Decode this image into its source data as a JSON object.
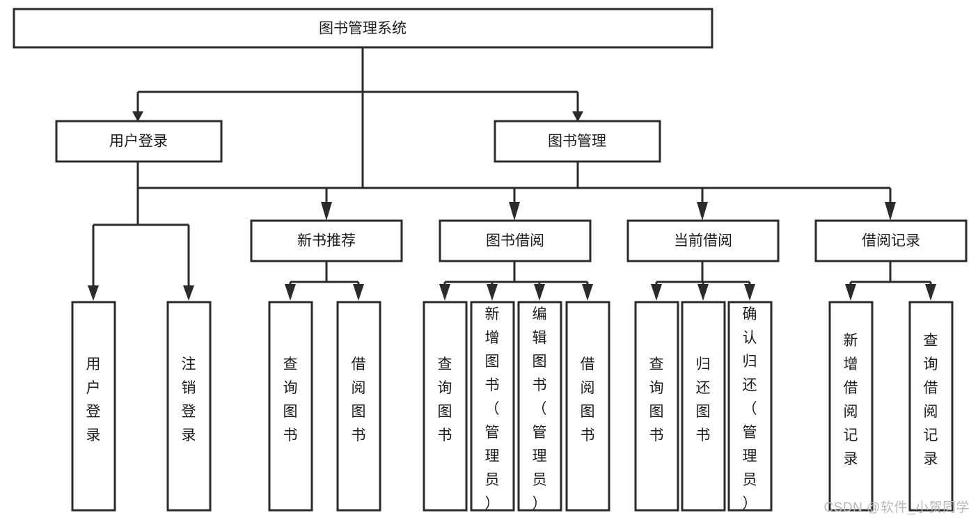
{
  "diagram": {
    "type": "tree-hierarchy",
    "title": "图书管理系统",
    "watermark": "CSDN @软件_小贺同学",
    "colors": {
      "background": "#ffffff",
      "box_fill": "#ffffff",
      "box_stroke": "#2b2b2b",
      "connector": "#2b2b2b",
      "label_text": "#1b1b1b",
      "watermark_text": "#b9b9b9"
    },
    "levels": {
      "root": {
        "label": "图书管理系统"
      },
      "level2": [
        {
          "id": "user-login",
          "label": "用户登录"
        },
        {
          "id": "book-management",
          "label": "图书管理"
        }
      ],
      "level3": [
        {
          "id": "new-book-recommend",
          "label": "新书推荐",
          "parent": "book-management"
        },
        {
          "id": "book-borrow",
          "label": "图书借阅",
          "parent": "book-management"
        },
        {
          "id": "current-borrow",
          "label": "当前借阅",
          "parent": "book-management"
        },
        {
          "id": "borrow-record",
          "label": "借阅记录",
          "parent": "book-management"
        }
      ],
      "leaves": [
        {
          "id": "leaf-user-login",
          "label": "用户登录",
          "parent": "user-login"
        },
        {
          "id": "leaf-logout-login",
          "label": "注销登录",
          "parent": "user-login"
        },
        {
          "id": "leaf-query-book-1",
          "label": "查询图书",
          "parent": "new-book-recommend"
        },
        {
          "id": "leaf-borrow-book-1",
          "label": "借阅图书",
          "parent": "new-book-recommend"
        },
        {
          "id": "leaf-query-book-2",
          "label": "查询图书",
          "parent": "book-borrow"
        },
        {
          "id": "leaf-add-book",
          "label": "新增图书（管理员）",
          "parent": "book-borrow"
        },
        {
          "id": "leaf-edit-book",
          "label": "编辑图书（管理员）",
          "parent": "book-borrow"
        },
        {
          "id": "leaf-borrow-book-2",
          "label": "借阅图书",
          "parent": "book-borrow"
        },
        {
          "id": "leaf-query-book-3",
          "label": "查询图书",
          "parent": "current-borrow"
        },
        {
          "id": "leaf-return-book",
          "label": "归还图书",
          "parent": "current-borrow"
        },
        {
          "id": "leaf-confirm-return",
          "label": "确认归还（管理员）",
          "parent": "current-borrow"
        },
        {
          "id": "leaf-add-record",
          "label": "新增借阅记录",
          "parent": "borrow-record"
        },
        {
          "id": "leaf-query-record",
          "label": "查询借阅记录",
          "parent": "borrow-record"
        }
      ]
    }
  }
}
